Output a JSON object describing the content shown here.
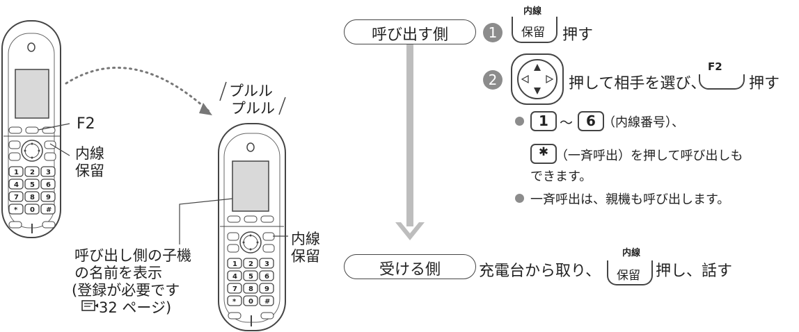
{
  "left": {
    "f2_label": "F2",
    "naisen_label": "内線",
    "horyu_label": "保留",
    "ring_sound_1": "プルル",
    "ring_sound_2": "プルル",
    "naisen_label_2": "内線",
    "horyu_label_2": "保留",
    "caller_note_line1": "呼び出し側の子機",
    "caller_note_line2": "の名前を表示",
    "caller_note_line3": "(登録が必要です",
    "caller_note_line4": "32 ページ)",
    "keypad": [
      "1",
      "2",
      "3",
      "4",
      "5",
      "6",
      "7",
      "8",
      "9",
      "*",
      "0",
      "#"
    ]
  },
  "caller": {
    "pill_label": "呼び出す側",
    "step1_num": "1",
    "step1_key_top": "内線",
    "step1_key": "保留",
    "step1_text": "押す",
    "step2_num": "2",
    "step2_text": "押して相手を選び、",
    "step2_key_top": "F2",
    "step2_text2": "押す",
    "bullet1_key_a": "1",
    "bullet1_tilde": "～",
    "bullet1_key_b": "6",
    "bullet1_text": "（内線番号）、",
    "bullet1_key_c": "✱",
    "bullet1_text2": "（一斉呼出）を押して呼び出しも",
    "bullet1_text3": "できます。",
    "bullet2_text": "一斉呼出は、親機も呼び出します。"
  },
  "receiver": {
    "pill_label": "受ける側",
    "text": "充電台から取り、",
    "key_top": "内線",
    "key": "保留",
    "text2": "押し、話す"
  }
}
